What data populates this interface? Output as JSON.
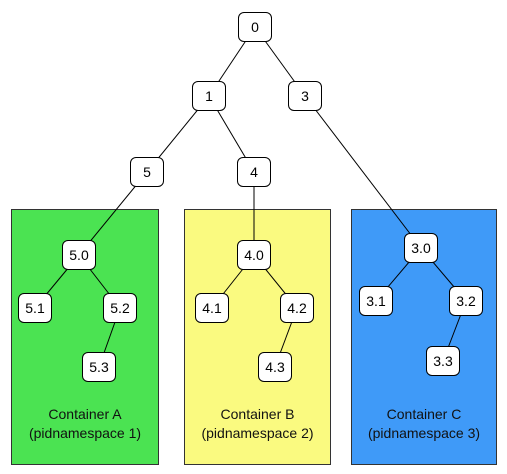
{
  "nodes": {
    "n0": "0",
    "n1": "1",
    "n3": "3",
    "n5": "5",
    "n4": "4",
    "n5_0": "5.0",
    "n5_1": "5.1",
    "n5_2": "5.2",
    "n5_3": "5.3",
    "n4_0": "4.0",
    "n4_1": "4.1",
    "n4_2": "4.2",
    "n4_3": "4.3",
    "n3_0": "3.0",
    "n3_1": "3.1",
    "n3_2": "3.2",
    "n3_3": "3.3"
  },
  "containers": {
    "a": {
      "name": "Container A",
      "namespace": "(pidnamespace 1)",
      "color": "#4be352"
    },
    "b": {
      "name": "Container B",
      "namespace": "(pidnamespace 2)",
      "color": "#fafa80"
    },
    "c": {
      "name": "Container C",
      "namespace": "(pidnamespace 3)",
      "color": "#3f9af8"
    }
  },
  "edges": [
    [
      "n0",
      "n1"
    ],
    [
      "n0",
      "n3"
    ],
    [
      "n1",
      "n5"
    ],
    [
      "n1",
      "n4"
    ],
    [
      "n5",
      "n5_0"
    ],
    [
      "n4",
      "n4_0"
    ],
    [
      "n3",
      "n3_0"
    ],
    [
      "n5_0",
      "n5_1"
    ],
    [
      "n5_0",
      "n5_2"
    ],
    [
      "n5_2",
      "n5_3"
    ],
    [
      "n4_0",
      "n4_1"
    ],
    [
      "n4_0",
      "n4_2"
    ],
    [
      "n4_2",
      "n4_3"
    ],
    [
      "n3_0",
      "n3_1"
    ],
    [
      "n3_0",
      "n3_2"
    ],
    [
      "n3_2",
      "n3_3"
    ]
  ]
}
